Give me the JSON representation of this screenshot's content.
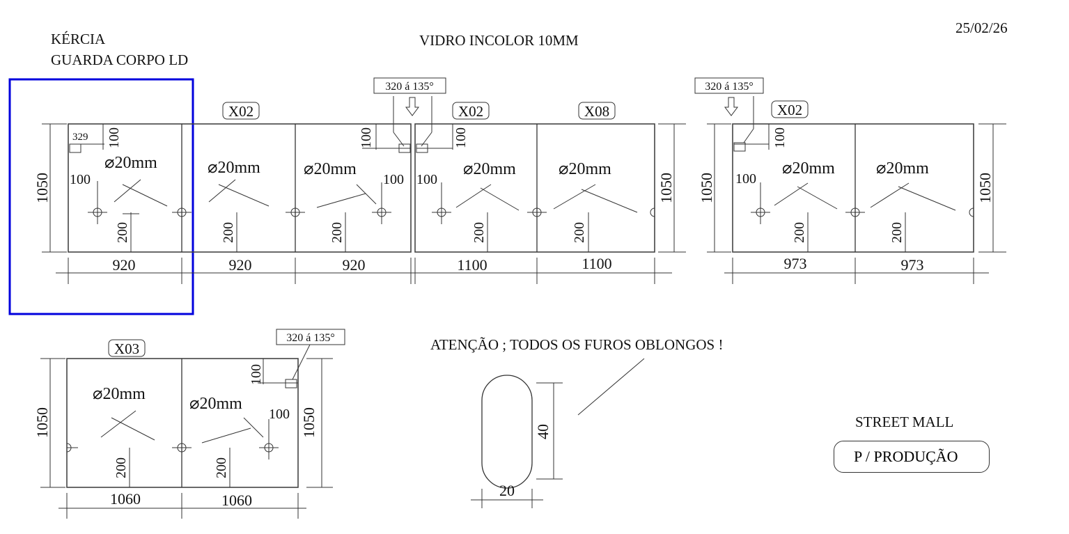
{
  "header": {
    "client": "KÉRCIA",
    "subtitle": "GUARDA CORPO LD",
    "material": "VIDRO INCOLOR 10MM",
    "date": "25/02/26"
  },
  "notes": {
    "attention": "ATENÇÃO ; TODOS OS FUROS OBLONGOS !",
    "project": "STREET MALL",
    "status": "P / PRODUÇÃO",
    "angle_cut": "320 á 135°"
  },
  "tags": {
    "x02": "X02",
    "x08": "X08",
    "x03": "X03"
  },
  "dims": {
    "height": "1050",
    "offset_100": "100",
    "offset_200": "200",
    "corner_329": "329",
    "hole": "⌀20mm",
    "w920": "920",
    "w1100": "1100",
    "w973": "973",
    "w1060": "1060",
    "slot_h": "40",
    "slot_w": "20"
  }
}
